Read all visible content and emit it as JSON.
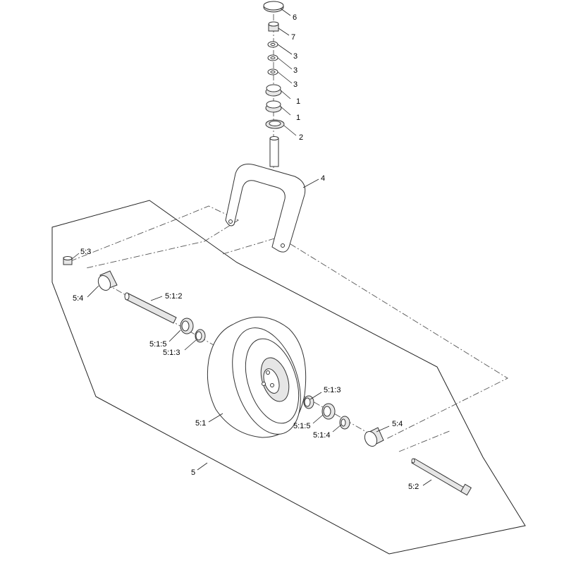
{
  "diagram": {
    "callouts": {
      "c6": "6",
      "c7": "7",
      "c3a": "3",
      "c3b": "3",
      "c3c": "3",
      "c1a": "1",
      "c1b": "1",
      "c2": "2",
      "c4": "4",
      "c5_3": "5:3",
      "c5_4a": "5:4",
      "c5_1_2": "5:1:2",
      "c5_1_5a": "5:1:5",
      "c5_1_3a": "5:1:3",
      "c5_1_3b": "5:1:3",
      "c5_1": "5:1",
      "c5_1_5b": "5:1:5",
      "c5_1_4": "5:1:4",
      "c5_4b": "5:4",
      "c5": "5",
      "c5_2": "5:2"
    }
  }
}
